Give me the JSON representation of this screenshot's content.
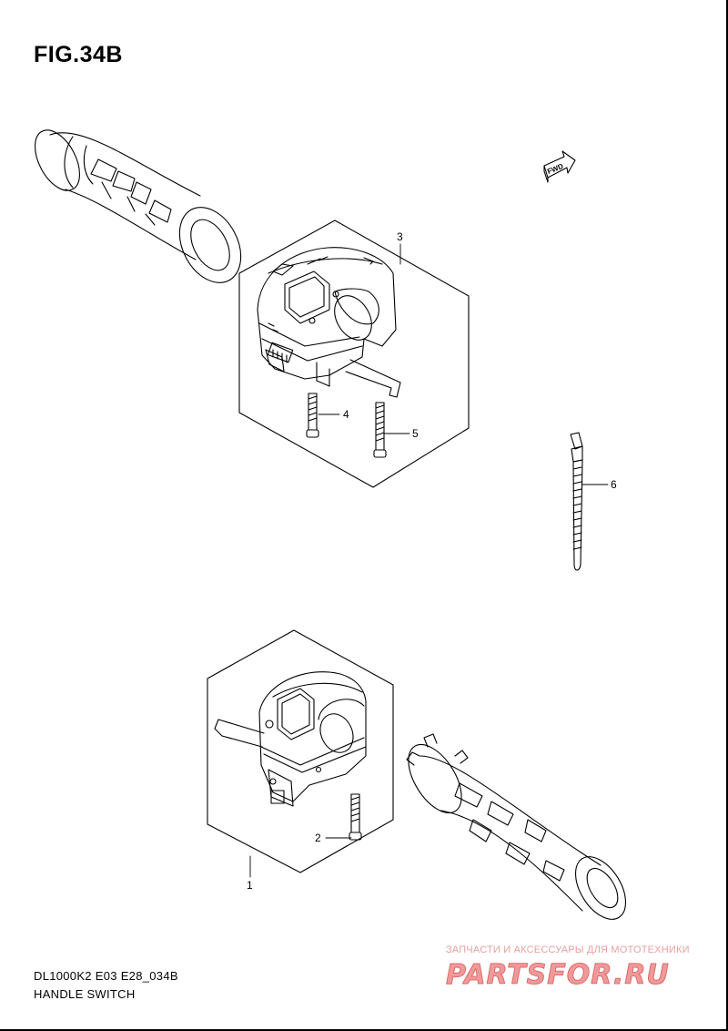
{
  "figure": {
    "title": "FIG.34B",
    "model_code": "DL1000K2 E03 E28_034B",
    "name": "HANDLE SWITCH"
  },
  "direction_marker": "FWD",
  "callouts": [
    "1",
    "2",
    "3",
    "4",
    "5",
    "6"
  ],
  "watermark": {
    "line1": "ЗАПЧАСТИ И АКСЕССУАРЫ ДЛЯ МОТОТЕХНИКИ",
    "logo": "PARTSFOR.RU",
    "color": "#e26a6a"
  }
}
